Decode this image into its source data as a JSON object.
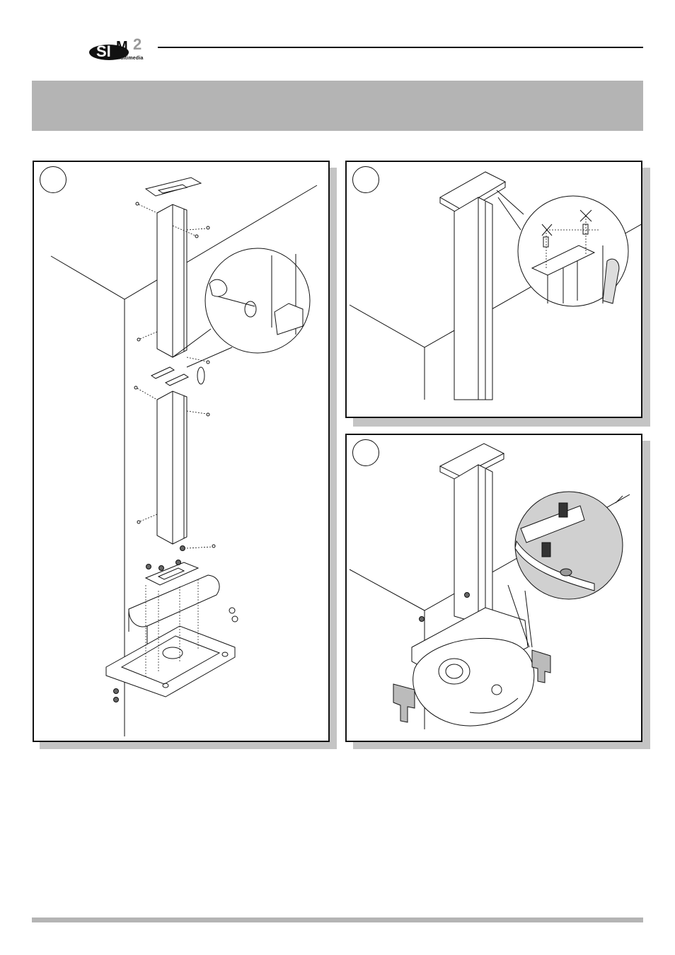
{
  "header": {
    "logo_mark": "SIM2",
    "logo_subtitle": "Multimedia"
  },
  "colors": {
    "band_gray": "#b4b4b4",
    "shadow_gray": "#c4c4c4",
    "line": "#111111"
  },
  "panels": [
    {
      "id": "assembly-exploded-view",
      "step_label": ""
    },
    {
      "id": "ceiling-fixing-view",
      "step_label": ""
    },
    {
      "id": "projector-hanging-view",
      "step_label": ""
    }
  ]
}
